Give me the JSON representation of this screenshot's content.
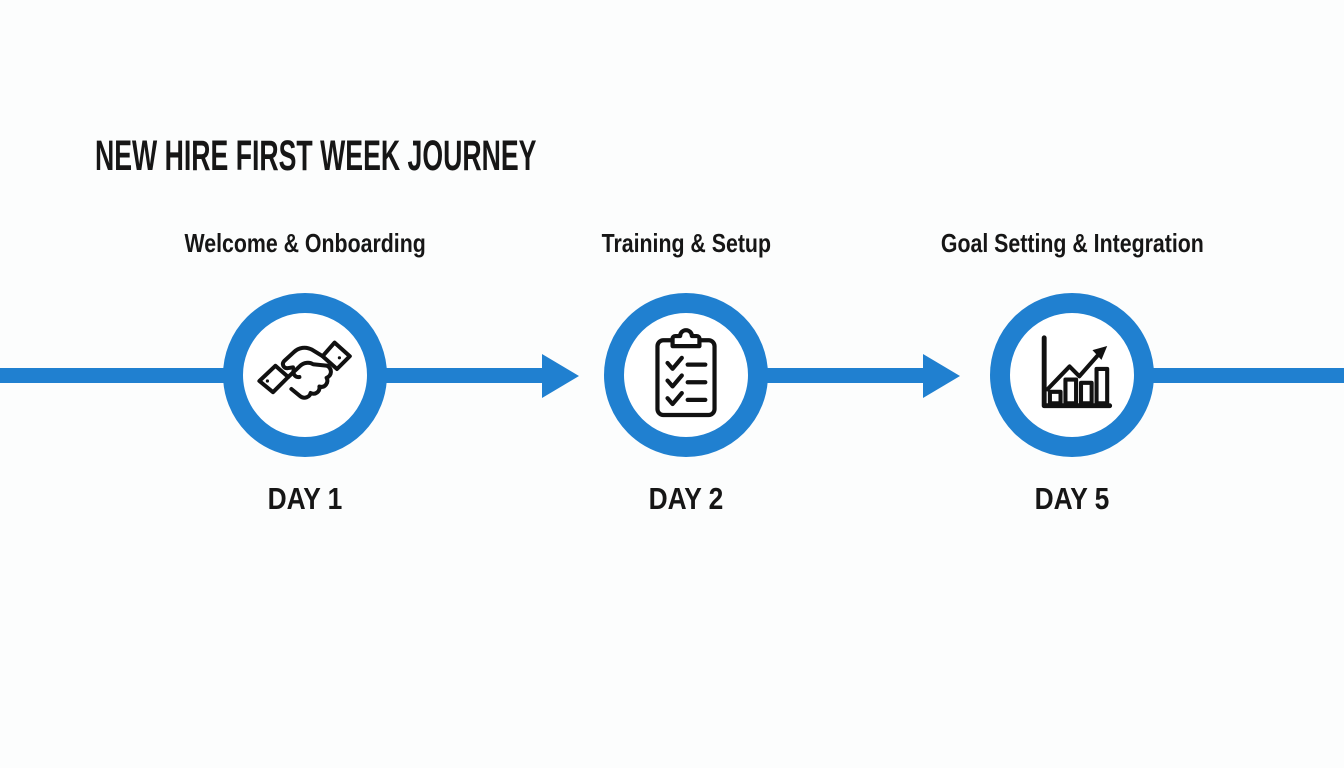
{
  "title": "NEW HIRE FIRST WEEK JOURNEY",
  "colors": {
    "accent": "#2080d0",
    "text": "#161616",
    "icon": "#111111",
    "background": "#fcfdfd"
  },
  "timeline": {
    "direction": "left-to-right",
    "steps": [
      {
        "label": "Welcome & Onboarding",
        "day": "DAY 1",
        "icon": "handshake-icon"
      },
      {
        "label": "Training & Setup",
        "day": "DAY 2",
        "icon": "clipboard-checklist-icon"
      },
      {
        "label": "Goal Setting & Integration",
        "day": "DAY 5",
        "icon": "growth-chart-icon"
      }
    ]
  }
}
